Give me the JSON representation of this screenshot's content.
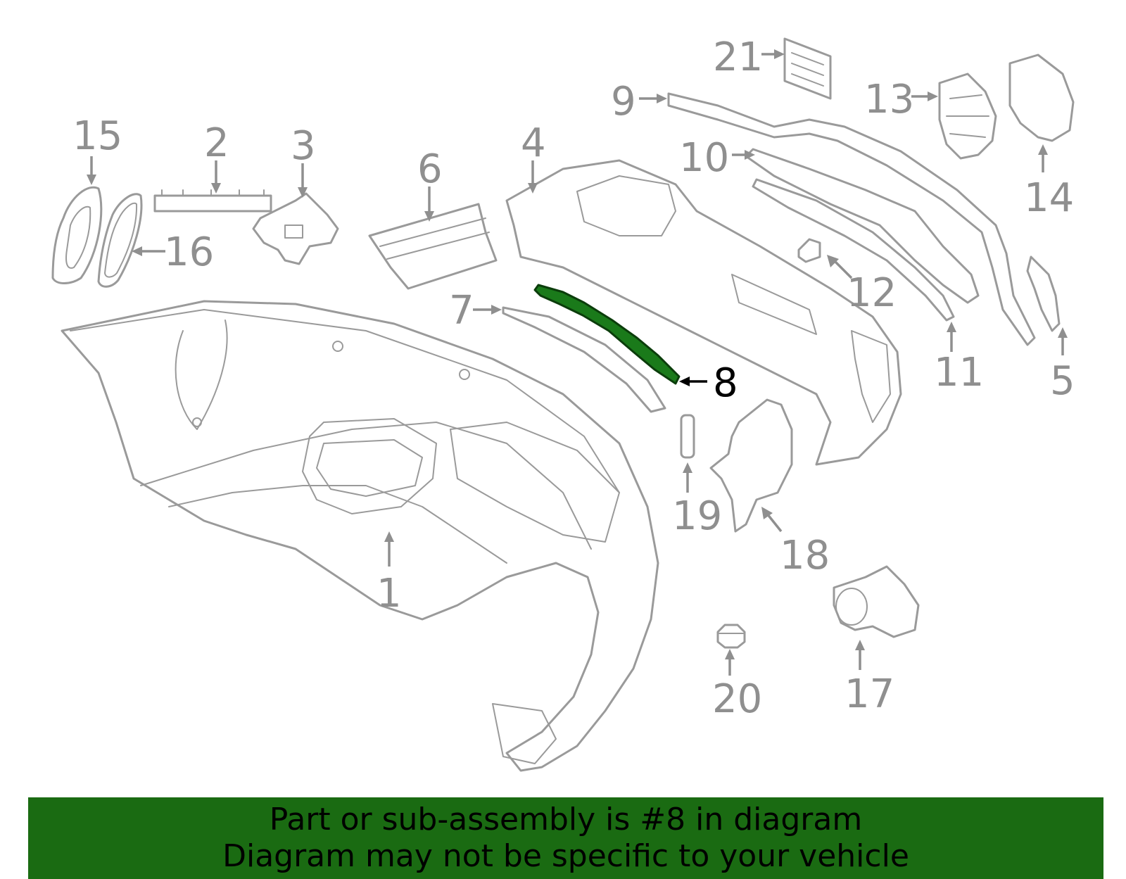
{
  "highlighted_part": "8",
  "callouts": [
    {
      "id": "c1",
      "label": "1"
    },
    {
      "id": "c2",
      "label": "2"
    },
    {
      "id": "c3",
      "label": "3"
    },
    {
      "id": "c4",
      "label": "4"
    },
    {
      "id": "c5",
      "label": "5"
    },
    {
      "id": "c6",
      "label": "6"
    },
    {
      "id": "c7",
      "label": "7"
    },
    {
      "id": "c8",
      "label": "8"
    },
    {
      "id": "c9",
      "label": "9"
    },
    {
      "id": "c10",
      "label": "10"
    },
    {
      "id": "c11",
      "label": "11"
    },
    {
      "id": "c12",
      "label": "12"
    },
    {
      "id": "c13",
      "label": "13"
    },
    {
      "id": "c14",
      "label": "14"
    },
    {
      "id": "c15",
      "label": "15"
    },
    {
      "id": "c16",
      "label": "16"
    },
    {
      "id": "c17",
      "label": "17"
    },
    {
      "id": "c18",
      "label": "18"
    },
    {
      "id": "c19",
      "label": "19"
    },
    {
      "id": "c20",
      "label": "20"
    },
    {
      "id": "c21",
      "label": "21"
    }
  ],
  "banner": {
    "line1": "Part or sub-assembly is #8 in diagram",
    "line2": "Diagram may not be specific to your vehicle"
  },
  "colors": {
    "banner_background": "#1a6b12",
    "highlight_part": "#1a7a1a",
    "outline_gray": "#9a9a9a"
  }
}
